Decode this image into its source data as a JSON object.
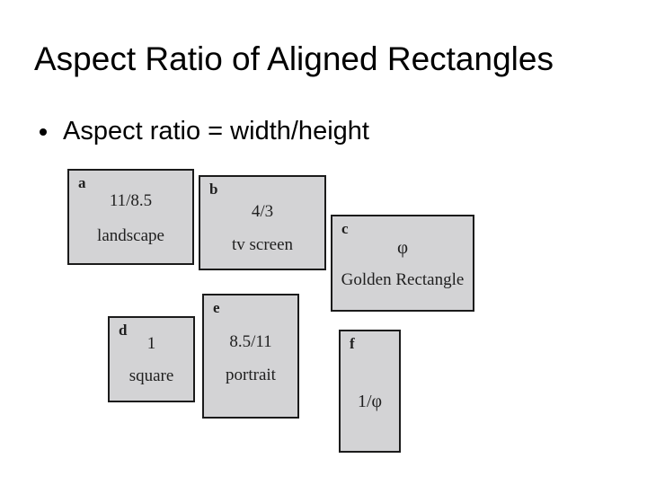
{
  "slide": {
    "title": "Aspect Ratio of Aligned Rectangles",
    "bullet": "Aspect ratio = width/height"
  },
  "colors": {
    "background": "#ffffff",
    "rect_fill": "#d3d3d5",
    "rect_border": "#1b1b1b",
    "text": "#000000"
  },
  "rects": [
    {
      "label": "a",
      "value": "11/8.5",
      "name": "landscape"
    },
    {
      "label": "b",
      "value": "4/3",
      "name": "tv screen"
    },
    {
      "label": "c",
      "value": "φ",
      "name": "Golden Rectangle"
    },
    {
      "label": "d",
      "value": "1",
      "name": "square"
    },
    {
      "label": "e",
      "value": "8.5/11",
      "name": "portrait"
    },
    {
      "label": "f",
      "value": "1/φ",
      "name": ""
    }
  ]
}
